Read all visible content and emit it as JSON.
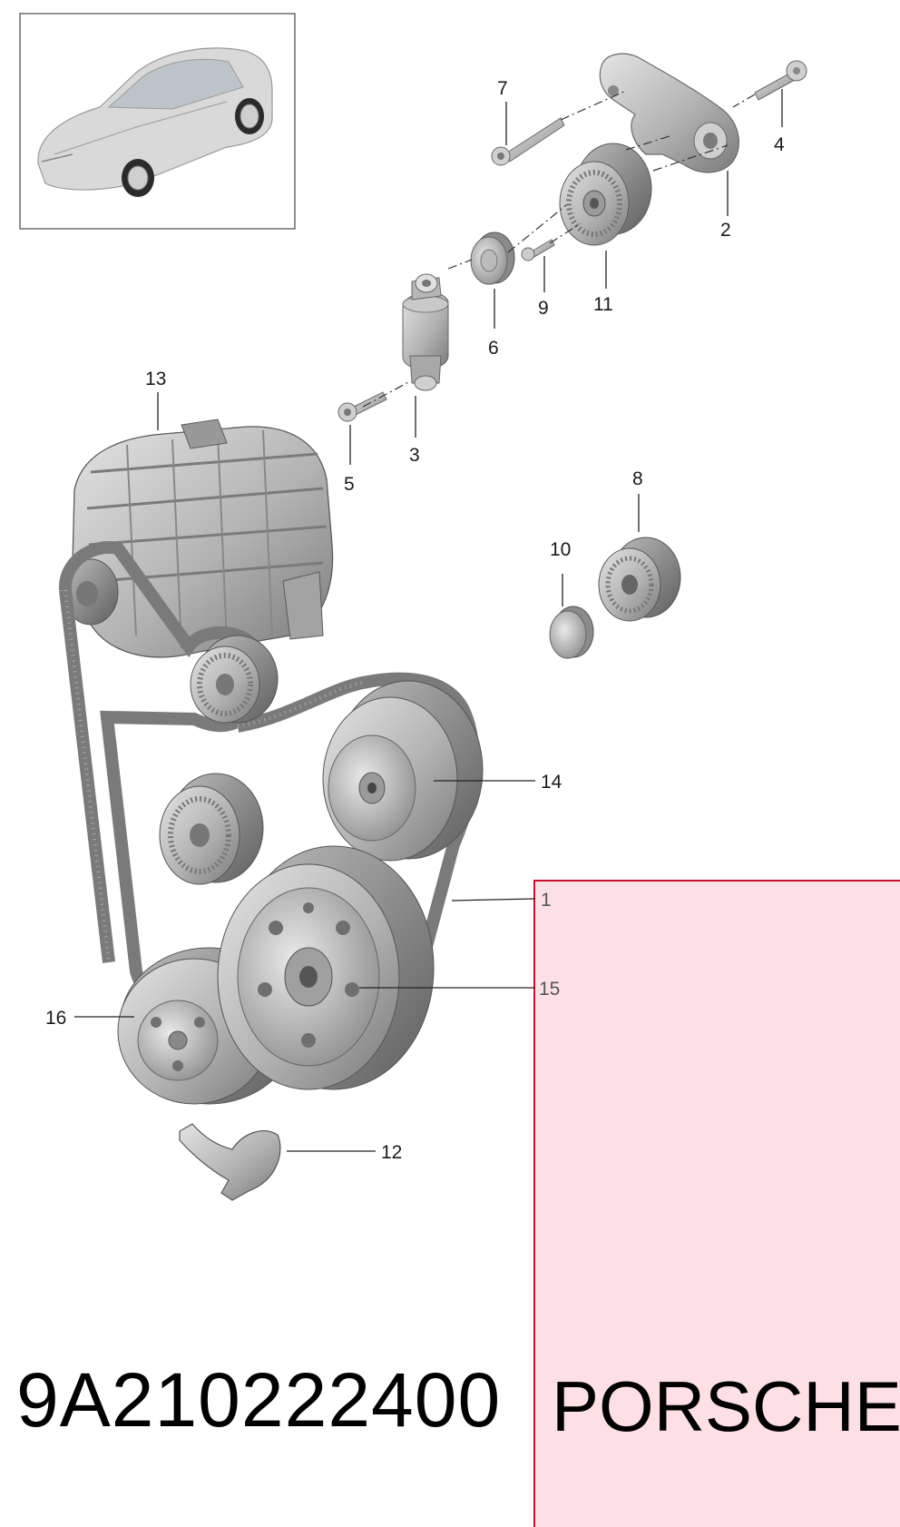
{
  "part_number": "9A210222400",
  "brand": "PORSCHE",
  "colors": {
    "brand_panel_fill": "#fde0e6",
    "brand_panel_border": "#c8102e",
    "part_gray": "#b9b9b9",
    "part_dark": "#6f6f6f"
  },
  "callouts": [
    {
      "id": "c7",
      "label": "7"
    },
    {
      "id": "c4",
      "label": "4"
    },
    {
      "id": "c2",
      "label": "2"
    },
    {
      "id": "c11",
      "label": "11"
    },
    {
      "id": "c9",
      "label": "9"
    },
    {
      "id": "c6",
      "label": "6"
    },
    {
      "id": "c13",
      "label": "13"
    },
    {
      "id": "c3",
      "label": "3"
    },
    {
      "id": "c5",
      "label": "5"
    },
    {
      "id": "c8",
      "label": "8"
    },
    {
      "id": "c10",
      "label": "10"
    },
    {
      "id": "c14",
      "label": "14"
    },
    {
      "id": "c1",
      "label": "1"
    },
    {
      "id": "c15",
      "label": "15"
    },
    {
      "id": "c16",
      "label": "16"
    },
    {
      "id": "c12",
      "label": "12"
    }
  ]
}
